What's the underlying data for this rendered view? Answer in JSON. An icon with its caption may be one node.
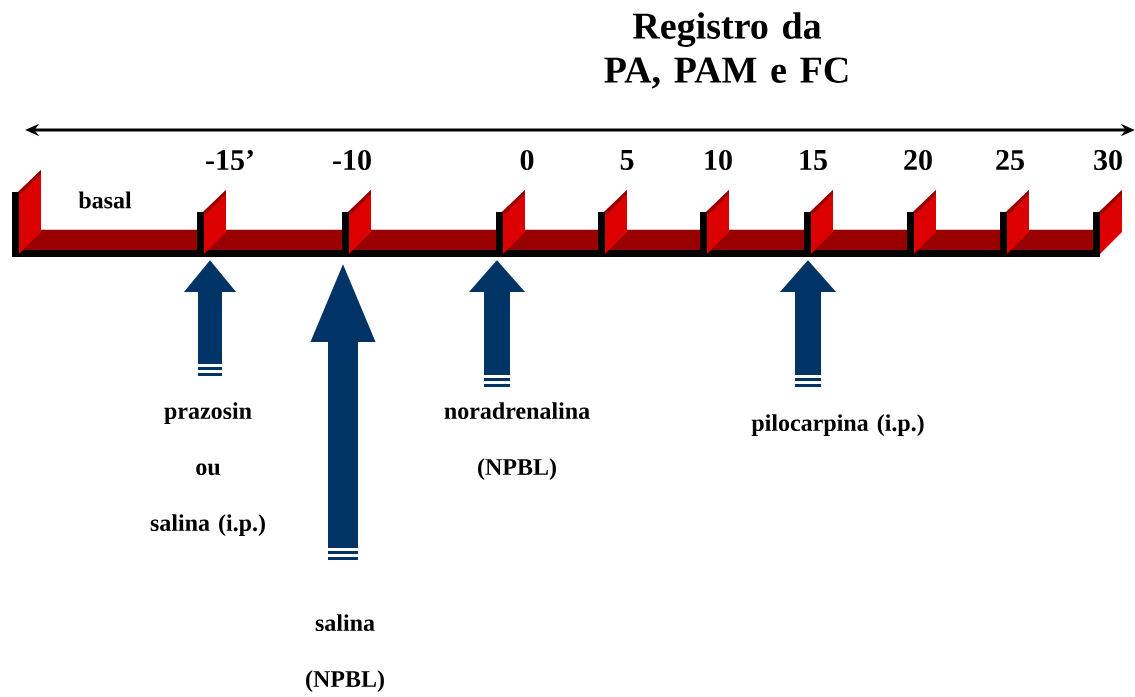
{
  "diagram": {
    "title": "Registro da PA, PAM e FC",
    "nodes": [
      {
        "text": [],
        "shape": "bar"
      },
      {
        "text": [
          "prazosin",
          "ou",
          "salina (i.p.)"
        ]
      },
      {
        "text": [
          "salina (NPBL)"
        ]
      },
      {
        "text": [
          "noradrenalina (NPBL)"
        ]
      },
      {
        "text": [
          "pilocarpina (i.p.)"
        ]
      }
    ],
    "edges": [
      {
        "from": 1,
        "to": 0,
        "arrow": "to"
      },
      {
        "from": 2,
        "to": 0,
        "arrow": "to"
      },
      {
        "from": 3,
        "to": 0,
        "arrow": "to"
      },
      {
        "from": 4,
        "to": 0,
        "arrow": "to"
      }
    ],
    "labels": [
      "basal",
      "-15’",
      "-10",
      "0",
      "5",
      "10",
      "15",
      "20",
      "25",
      "30"
    ]
  }
}
